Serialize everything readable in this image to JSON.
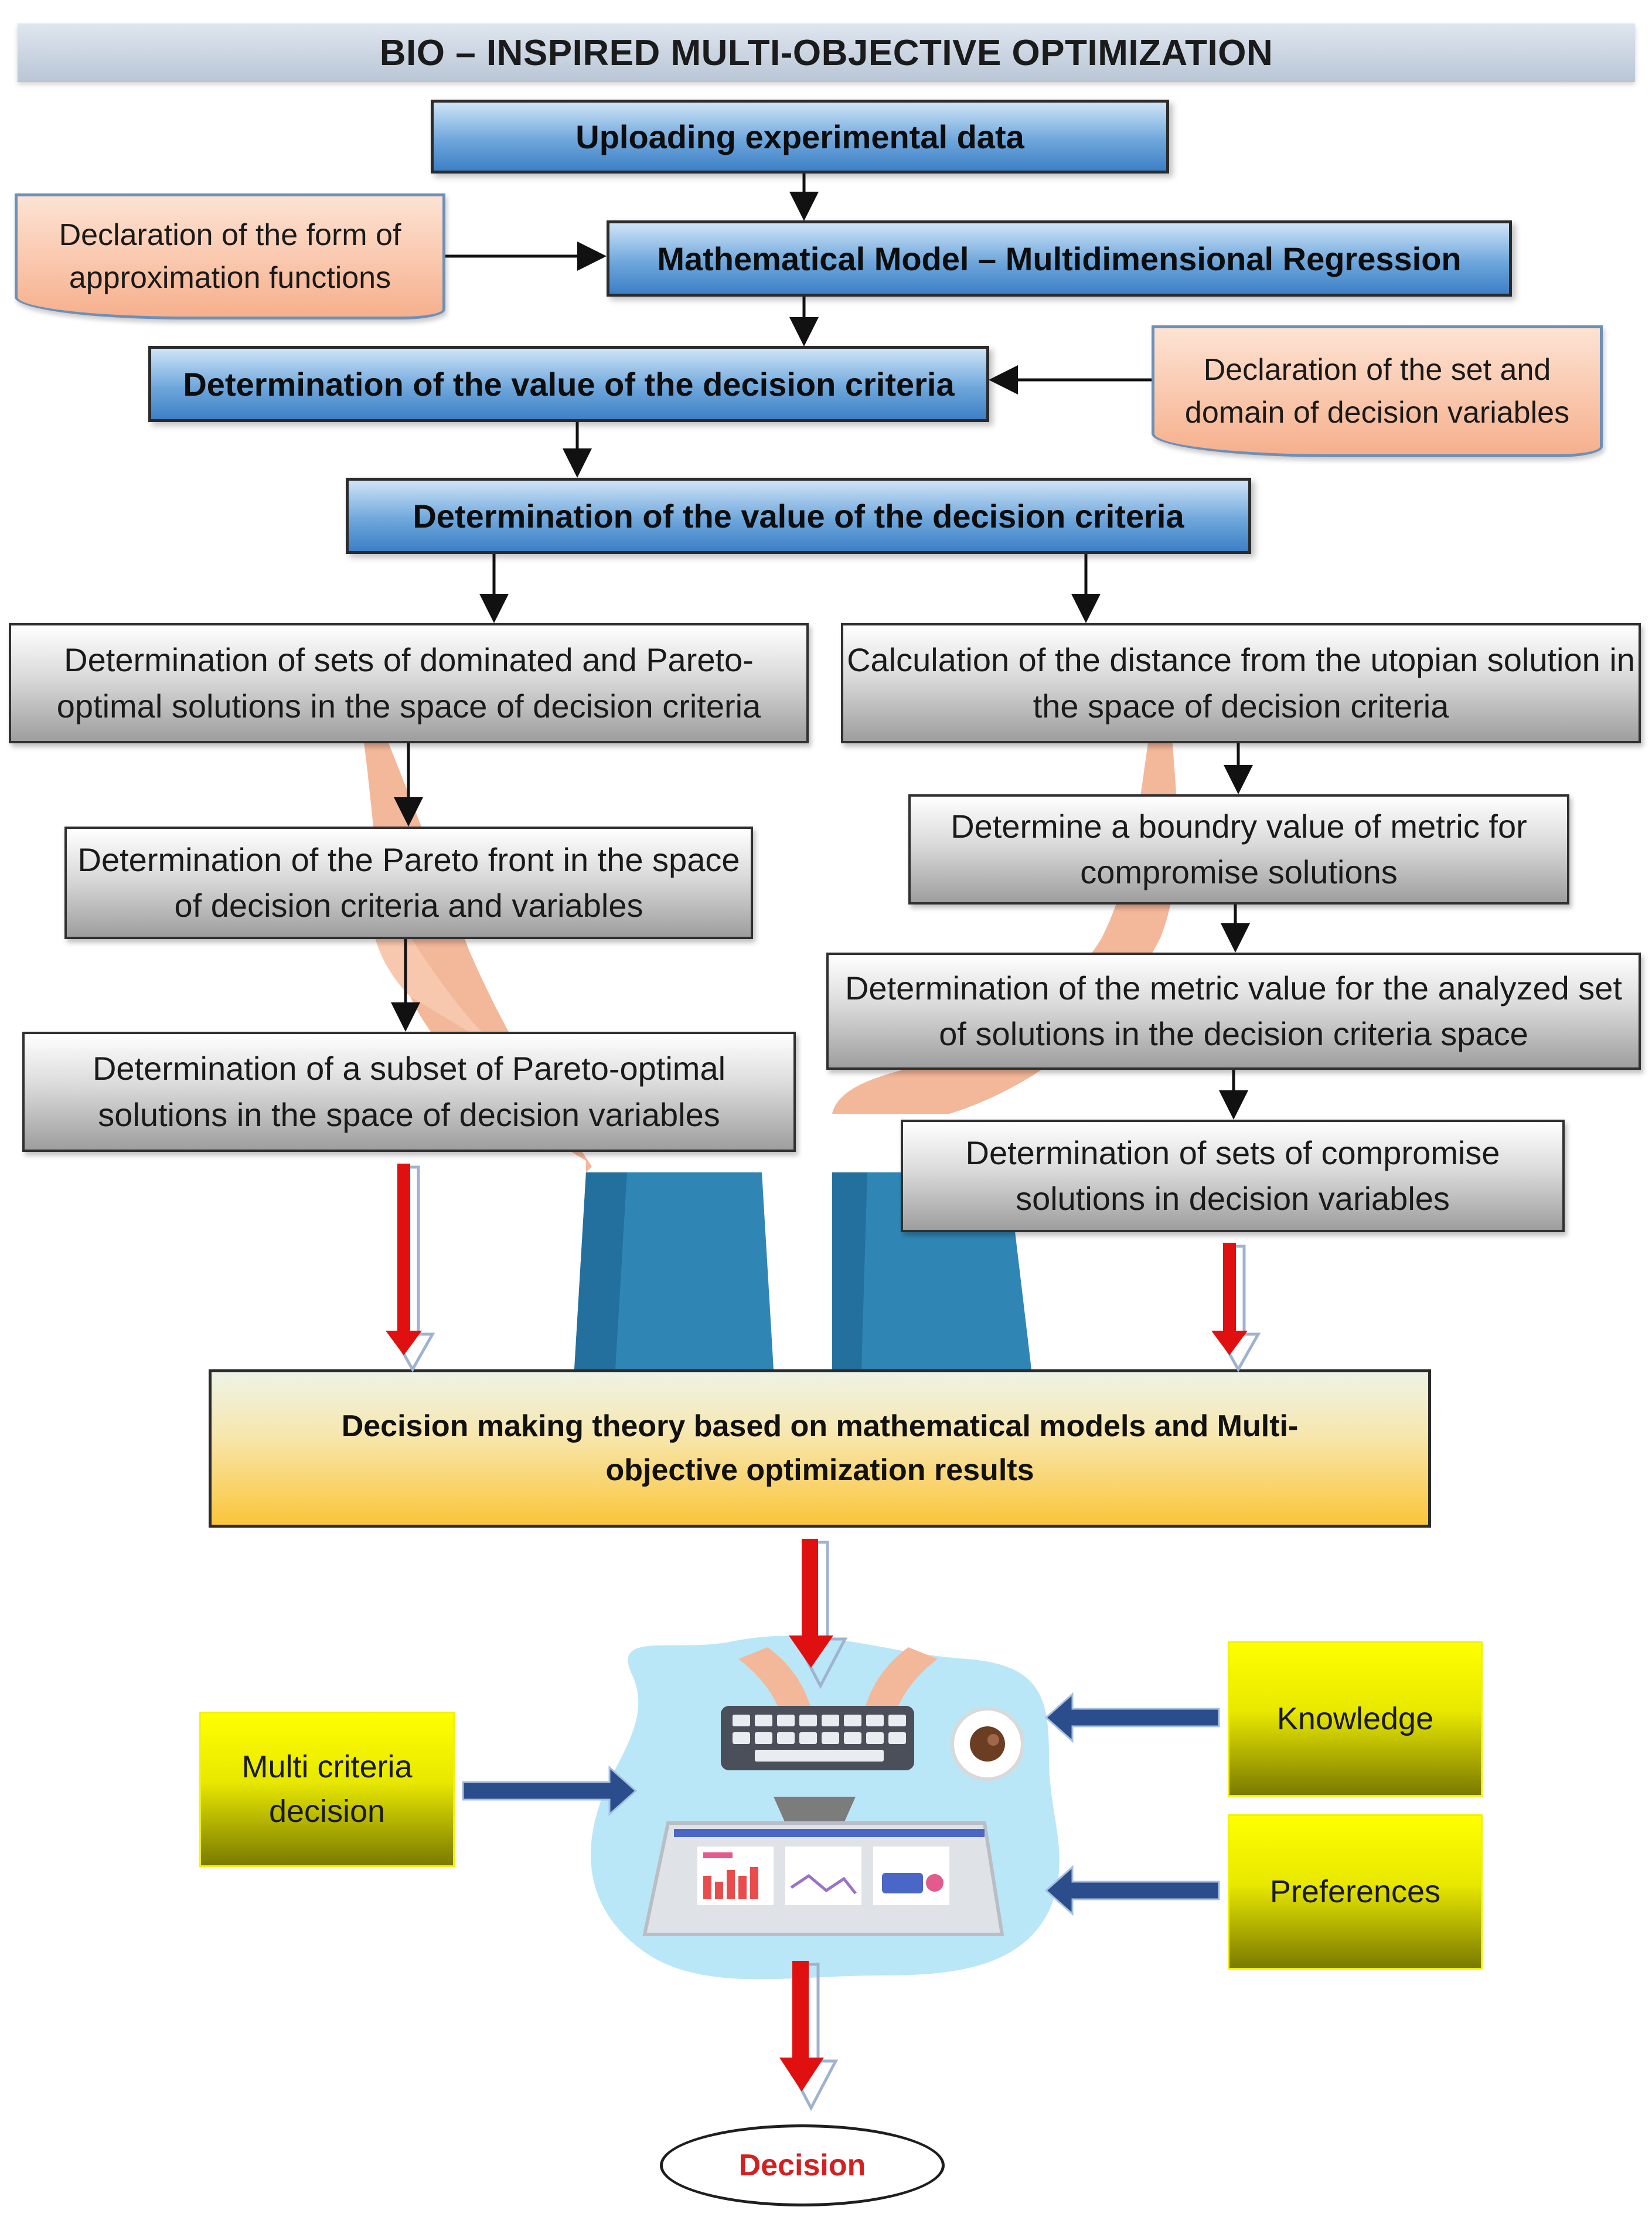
{
  "title": "BIO – INSPIRED MULTI-OBJECTIVE OPTIMIZATION",
  "nodes": {
    "upload": "Uploading experimental  data",
    "approx_decl": "Declaration of the form of approximation functions",
    "math_model": "Mathematical Model – Multidimensional Regression",
    "criteria_value_1": "Determination of the value of the decision criteria",
    "vars_decl": "Declaration of the set and domain of decision variables",
    "criteria_value_2": "Determination of the value of the decision criteria",
    "left_1": "Determination of sets of dominated and Pareto-optimal solutions in the space of decision criteria",
    "left_2": "Determination of the Pareto front in the space of decision criteria and  variables",
    "left_3": "Determination of a subset of Pareto-optimal solutions in the space of decision variables",
    "right_1": "Calculation of the distance from the utopian solution in the space of decision criteria",
    "right_2": "Determine a boundry value of metric for compromise solutions",
    "right_3": "Determination of the metric value for the analyzed set of solutions in the decision criteria space",
    "right_4": "Determination of sets of compromise solutions in decision variables",
    "decision_theory": "Decision making theory based on mathematical models and Multi-objective optimization results",
    "multi_criteria": "Multi criteria decision",
    "knowledge": "Knowledge",
    "preferences": "Preferences",
    "decision": "Decision"
  },
  "colors": {
    "blue_box": "#5b97d6",
    "salmon_box": "#f6b08d",
    "gray_box": "#b5b5b5",
    "yellow_box": "#e8e800",
    "decision_gradient_end": "#fbc53a",
    "red_arrow": "#e01010",
    "navy_arrow": "#2b4d8c",
    "decision_text": "#d32020"
  },
  "icons": [
    "hands-illustration",
    "computer-workspace-illustration",
    "keyboard-icon",
    "coffee-cup-icon",
    "monitor-dashboard-icon"
  ]
}
